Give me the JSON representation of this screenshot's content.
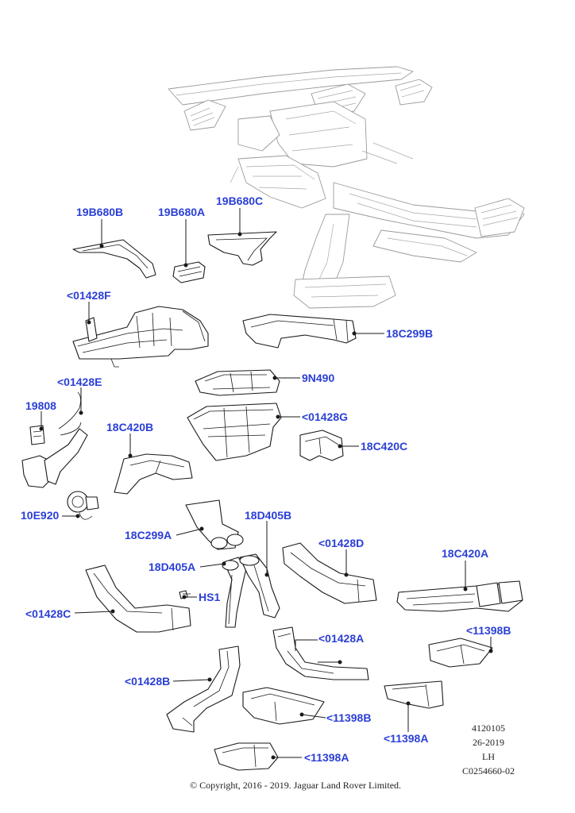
{
  "callouts": {
    "p19B680B": "19B680B",
    "p19B680A": "19B680A",
    "p19B680C": "19B680C",
    "p01428F": "<01428F",
    "p18C299B": "18C299B",
    "p9N490": "9N490",
    "p01428E": "<01428E",
    "p19808": "19808",
    "p01428G": "<01428G",
    "p18C420B": "18C420B",
    "p18C420C": "18C420C",
    "p10E920": "10E920",
    "p18C299A": "18C299A",
    "p18D405B": "18D405B",
    "p01428D": "<01428D",
    "p18C420A": "18C420A",
    "p18D405A": "18D405A",
    "pHS1": "HS1",
    "p01428C": "<01428C",
    "p01428A": "<01428A",
    "p11398B_r": "<11398B",
    "p01428B": "<01428B",
    "p11398B_b": "<11398B",
    "p11398A_r": "<11398A",
    "p11398A_b": "<11398A"
  },
  "meta": {
    "ref": "4120105",
    "date": "26-2019",
    "side": "LH",
    "code": "C0254660-02"
  },
  "copyright": "© Copyright, 2016 - 2019. Jaguar Land Rover Limited.",
  "colors": {
    "callout": "#2b3fd6",
    "line": "#1a1a1a",
    "ghost": "#9a9a9a"
  }
}
